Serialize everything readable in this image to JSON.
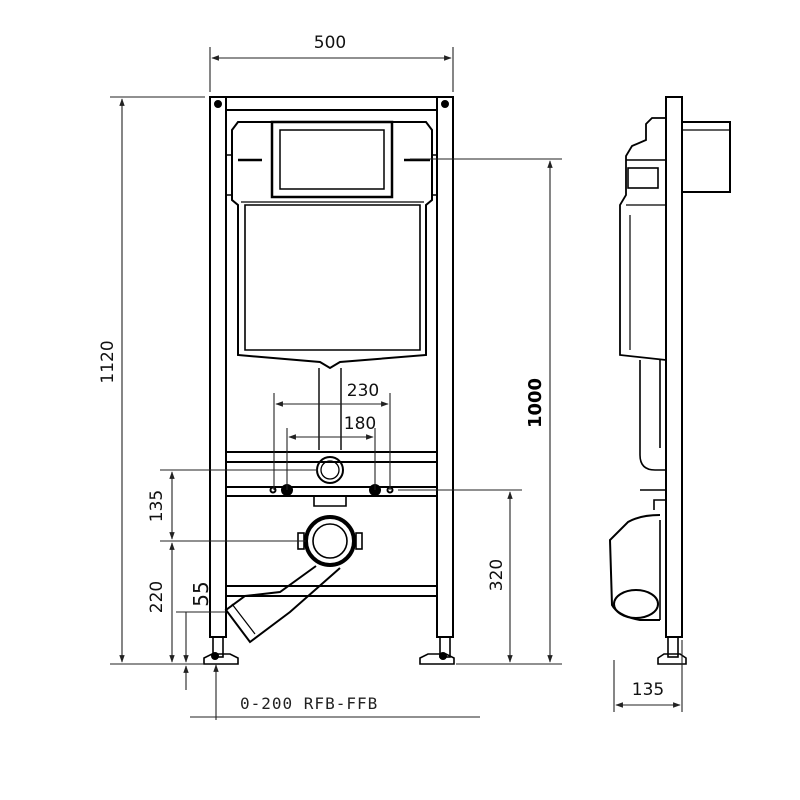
{
  "dimensions": {
    "width_top": "500",
    "height_total": "1120",
    "height_cistern": "1000",
    "pipe_spacing_outer": "230",
    "pipe_spacing_inner": "180",
    "height_135": "135",
    "height_220": "220",
    "height_55": "55",
    "height_320": "320",
    "side_depth": "135",
    "adjust_range": "0-200 RFB-FFB"
  },
  "colors": {
    "line": "#000000",
    "dim_line": "#222222",
    "background": "#ffffff"
  }
}
